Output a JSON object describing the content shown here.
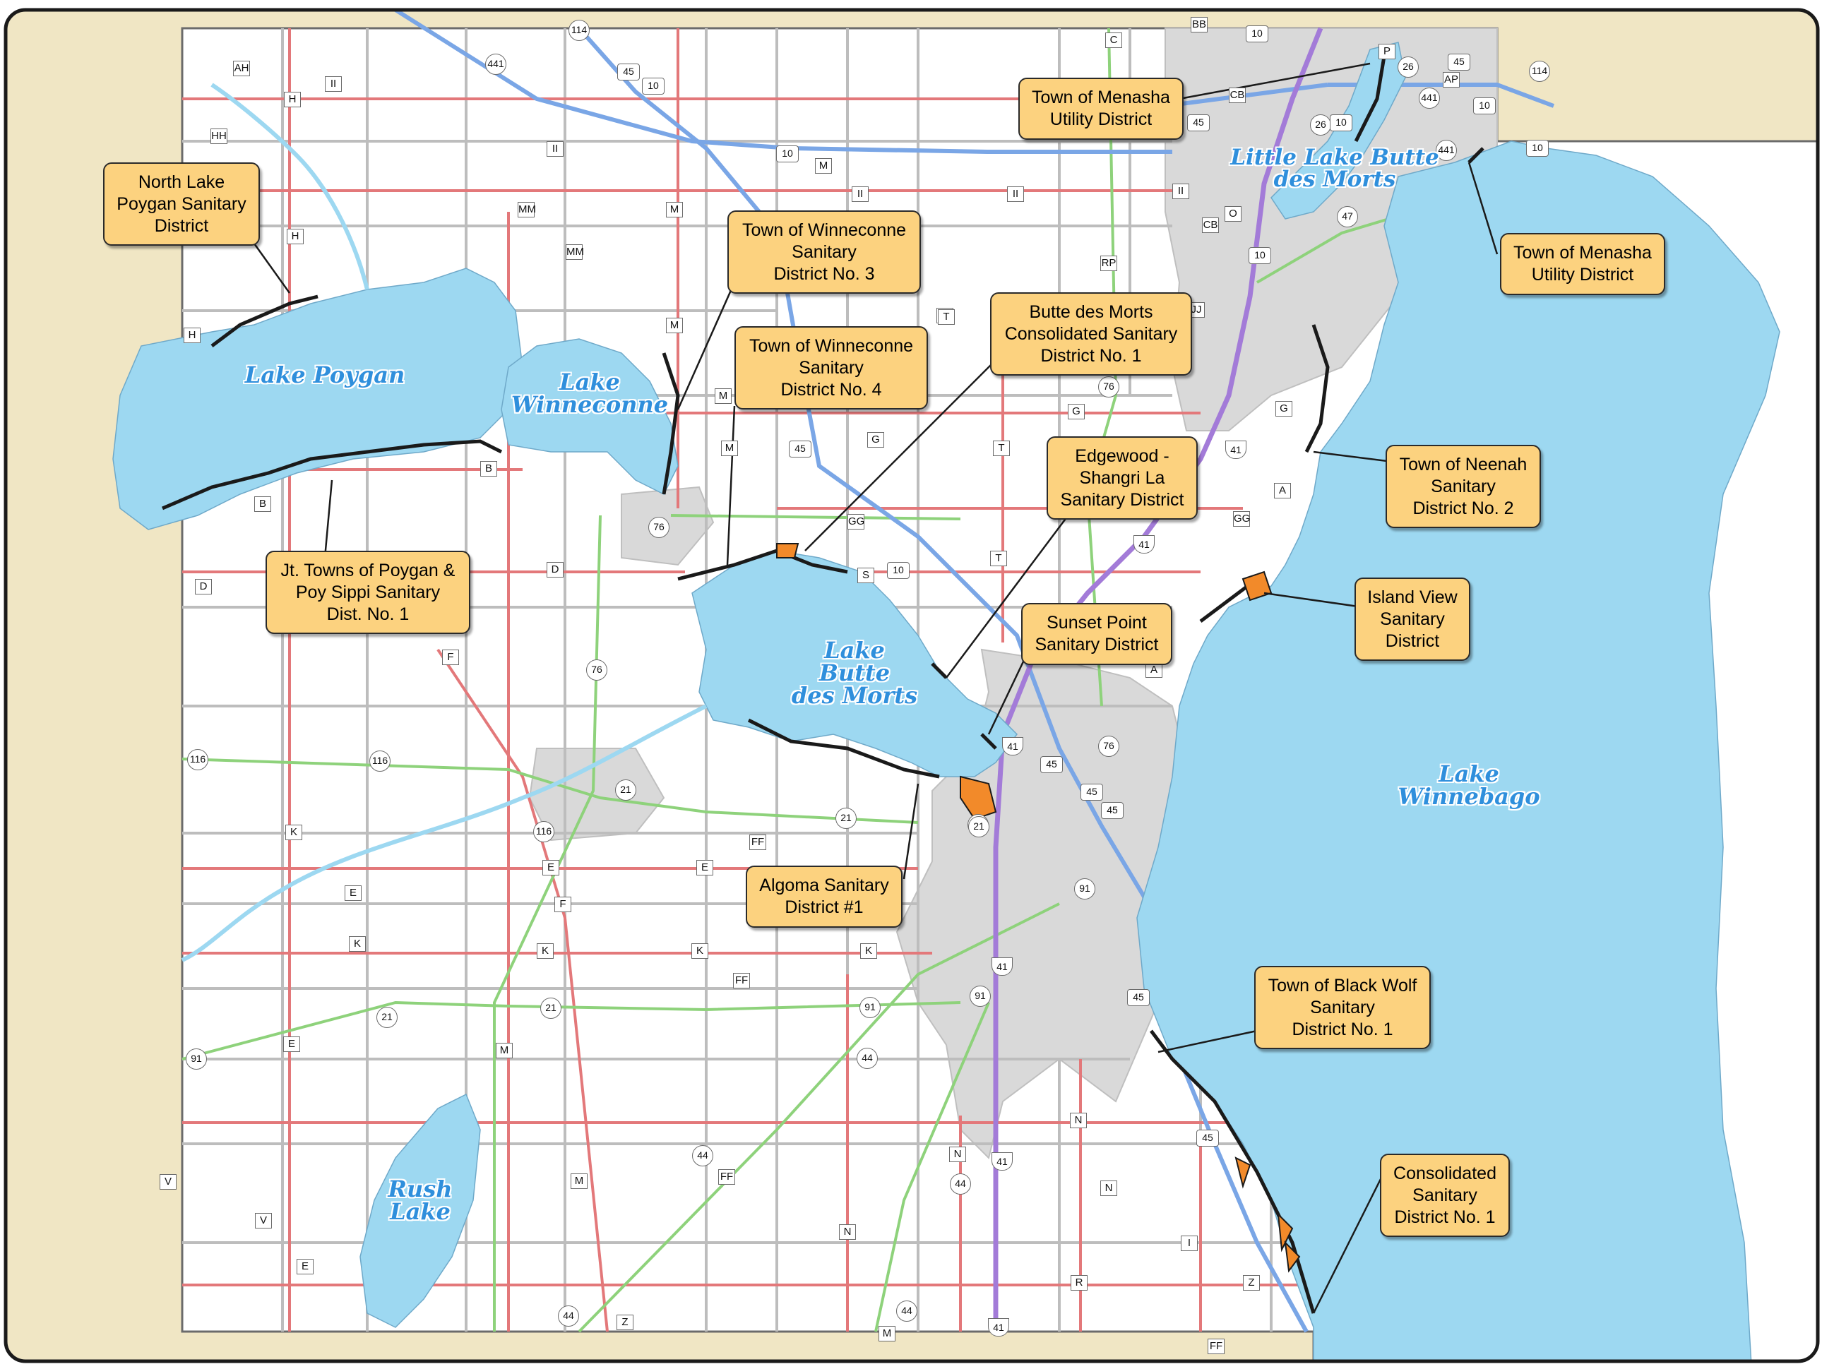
{
  "map": {
    "colors": {
      "water": "#9dd8f1",
      "outside": "#f0e6c4",
      "county_road": "#e3787a",
      "state_highway": "#8ed27b",
      "us_highway": "#7aa6e6",
      "interstate": "#a37bd8",
      "local_road": "#bdbdbd",
      "urban": "#d9d9d9",
      "sanitary_district": "#f28a2a",
      "callout_fill": "#fcd27f"
    },
    "lakes": [
      {
        "id": "lake-poygan",
        "name": "Lake Poygan"
      },
      {
        "id": "lake-winneconne",
        "name": "Lake\nWinneconne"
      },
      {
        "id": "lake-butte-des-morts",
        "name": "Lake\nButte\ndes Morts"
      },
      {
        "id": "lake-winnebago",
        "name": "Lake\nWinnebago"
      },
      {
        "id": "little-lake-butte-des-morts",
        "name": "Little Lake Butte\ndes Morts"
      },
      {
        "id": "rush-lake",
        "name": "Rush\nLake"
      }
    ],
    "callouts": [
      {
        "id": "north-lake-poygan",
        "text": "North Lake\nPoygan Sanitary\nDistrict"
      },
      {
        "id": "winneconne-3",
        "text": "Town of Winneconne\nSanitary\nDistrict No. 3"
      },
      {
        "id": "winneconne-4",
        "text": "Town of Winneconne\nSanitary\nDistrict No. 4"
      },
      {
        "id": "butte-des-morts-consolidated",
        "text": "Butte des Morts\nConsolidated Sanitary\nDistrict No. 1"
      },
      {
        "id": "menasha-utility-north",
        "text": "Town of Menasha\nUtility District"
      },
      {
        "id": "menasha-utility-east",
        "text": "Town of Menasha\nUtility District"
      },
      {
        "id": "poygan-poy-sippi",
        "text": "Jt. Towns of Poygan &\nPoy Sippi Sanitary\nDist. No. 1"
      },
      {
        "id": "edgewood-shangri-la",
        "text": "Edgewood -\nShangri La\nSanitary District"
      },
      {
        "id": "neenah-2",
        "text": "Town of Neenah\nSanitary\nDistrict No. 2"
      },
      {
        "id": "island-view",
        "text": "Island View\nSanitary\nDistrict"
      },
      {
        "id": "sunset-point",
        "text": "Sunset Point\nSanitary District"
      },
      {
        "id": "algoma",
        "text": "Algoma Sanitary\nDistrict #1"
      },
      {
        "id": "black-wolf",
        "text": "Town of Black Wolf\nSanitary\nDistrict No. 1"
      },
      {
        "id": "consolidated-1",
        "text": "Consolidated\nSanitary\nDistrict No. 1"
      }
    ],
    "shields": [
      {
        "type": "county",
        "label": "AH"
      },
      {
        "type": "county",
        "label": "H"
      },
      {
        "type": "county",
        "label": "II"
      },
      {
        "type": "county",
        "label": "HH"
      },
      {
        "type": "county",
        "label": "H"
      },
      {
        "type": "county",
        "label": "H"
      },
      {
        "type": "county",
        "label": "II"
      },
      {
        "type": "county",
        "label": "MM"
      },
      {
        "type": "county",
        "label": "MM"
      },
      {
        "type": "county",
        "label": "M"
      },
      {
        "type": "county",
        "label": "M"
      },
      {
        "type": "county",
        "label": "II"
      },
      {
        "type": "county",
        "label": "M"
      },
      {
        "type": "county",
        "label": "M"
      },
      {
        "type": "county",
        "label": "II"
      },
      {
        "type": "county",
        "label": "M"
      },
      {
        "type": "county",
        "label": "T"
      },
      {
        "type": "county",
        "label": "B"
      },
      {
        "type": "county",
        "label": "B"
      },
      {
        "type": "county",
        "label": "D"
      },
      {
        "type": "county",
        "label": "D"
      },
      {
        "type": "county",
        "label": "M"
      },
      {
        "type": "county",
        "label": "G"
      },
      {
        "type": "county",
        "label": "GG"
      },
      {
        "type": "county",
        "label": "S"
      },
      {
        "type": "county",
        "label": "F"
      },
      {
        "type": "county",
        "label": "T"
      },
      {
        "type": "county",
        "label": "T"
      },
      {
        "type": "county",
        "label": "G"
      },
      {
        "type": "county",
        "label": "G"
      },
      {
        "type": "county",
        "label": "JJ"
      },
      {
        "type": "county",
        "label": "A"
      },
      {
        "type": "county",
        "label": "GG"
      },
      {
        "type": "county",
        "label": "A"
      },
      {
        "type": "county",
        "label": "P"
      },
      {
        "type": "county",
        "label": "CB"
      },
      {
        "type": "county",
        "label": "CB"
      },
      {
        "type": "county",
        "label": "O"
      },
      {
        "type": "county",
        "label": "II"
      },
      {
        "type": "county",
        "label": "AP"
      },
      {
        "type": "county",
        "label": "BB"
      },
      {
        "type": "county",
        "label": "K"
      },
      {
        "type": "county",
        "label": "E"
      },
      {
        "type": "county",
        "label": "E"
      },
      {
        "type": "county",
        "label": "E"
      },
      {
        "type": "county",
        "label": "F"
      },
      {
        "type": "county",
        "label": "FF"
      },
      {
        "type": "county",
        "label": "K"
      },
      {
        "type": "county",
        "label": "K"
      },
      {
        "type": "county",
        "label": "K"
      },
      {
        "type": "county",
        "label": "K"
      },
      {
        "type": "county",
        "label": "FF"
      },
      {
        "type": "county",
        "label": "E"
      },
      {
        "type": "county",
        "label": "M"
      },
      {
        "type": "county",
        "label": "V"
      },
      {
        "type": "county",
        "label": "V"
      },
      {
        "type": "county",
        "label": "E"
      },
      {
        "type": "county",
        "label": "M"
      },
      {
        "type": "county",
        "label": "FF"
      },
      {
        "type": "county",
        "label": "N"
      },
      {
        "type": "county",
        "label": "N"
      },
      {
        "type": "county",
        "label": "N"
      },
      {
        "type": "county",
        "label": "N"
      },
      {
        "type": "county",
        "label": "I"
      },
      {
        "type": "county",
        "label": "R"
      },
      {
        "type": "county",
        "label": "Z"
      },
      {
        "type": "county",
        "label": "Z"
      },
      {
        "type": "county",
        "label": "M"
      },
      {
        "type": "county",
        "label": "FF"
      },
      {
        "type": "county",
        "label": "C"
      },
      {
        "type": "county",
        "label": "RP"
      },
      {
        "type": "state",
        "label": "76"
      },
      {
        "type": "state",
        "label": "76"
      },
      {
        "type": "state",
        "label": "76"
      },
      {
        "type": "state",
        "label": "76"
      },
      {
        "type": "state",
        "label": "76"
      },
      {
        "type": "state",
        "label": "116"
      },
      {
        "type": "state",
        "label": "116"
      },
      {
        "type": "state",
        "label": "116"
      },
      {
        "type": "state",
        "label": "116"
      },
      {
        "type": "state",
        "label": "21"
      },
      {
        "type": "state",
        "label": "21"
      },
      {
        "type": "state",
        "label": "21"
      },
      {
        "type": "state",
        "label": "21"
      },
      {
        "type": "state",
        "label": "21"
      },
      {
        "type": "state",
        "label": "91"
      },
      {
        "type": "state",
        "label": "91"
      },
      {
        "type": "state",
        "label": "91"
      },
      {
        "type": "state",
        "label": "91"
      },
      {
        "type": "state",
        "label": "44"
      },
      {
        "type": "state",
        "label": "44"
      },
      {
        "type": "state",
        "label": "44"
      },
      {
        "type": "state",
        "label": "44"
      },
      {
        "type": "state",
        "label": "44"
      },
      {
        "type": "state",
        "label": "26"
      },
      {
        "type": "state",
        "label": "26"
      },
      {
        "type": "state",
        "label": "441"
      },
      {
        "type": "state",
        "label": "441"
      },
      {
        "type": "state",
        "label": "47"
      },
      {
        "type": "state",
        "label": "114"
      },
      {
        "type": "state",
        "label": "114"
      },
      {
        "type": "state",
        "label": "441"
      },
      {
        "type": "us",
        "label": "45"
      },
      {
        "type": "us",
        "label": "10"
      },
      {
        "type": "us",
        "label": "10"
      },
      {
        "type": "us",
        "label": "45"
      },
      {
        "type": "us",
        "label": "10"
      },
      {
        "type": "us",
        "label": "45"
      },
      {
        "type": "us",
        "label": "45"
      },
      {
        "type": "us",
        "label": "45"
      },
      {
        "type": "us",
        "label": "45"
      },
      {
        "type": "us",
        "label": "45"
      },
      {
        "type": "us",
        "label": "45"
      },
      {
        "type": "us",
        "label": "45"
      },
      {
        "type": "us",
        "label": "10"
      },
      {
        "type": "us",
        "label": "10"
      },
      {
        "type": "us",
        "label": "10"
      },
      {
        "type": "us",
        "label": "10"
      },
      {
        "type": "us",
        "label": "10"
      },
      {
        "type": "interstate",
        "label": "41"
      },
      {
        "type": "interstate",
        "label": "41"
      },
      {
        "type": "interstate",
        "label": "41"
      },
      {
        "type": "interstate",
        "label": "41"
      },
      {
        "type": "interstate",
        "label": "41"
      },
      {
        "type": "interstate",
        "label": "41"
      },
      {
        "type": "interstate",
        "label": "41"
      },
      {
        "type": "interstate",
        "label": "41"
      }
    ]
  }
}
